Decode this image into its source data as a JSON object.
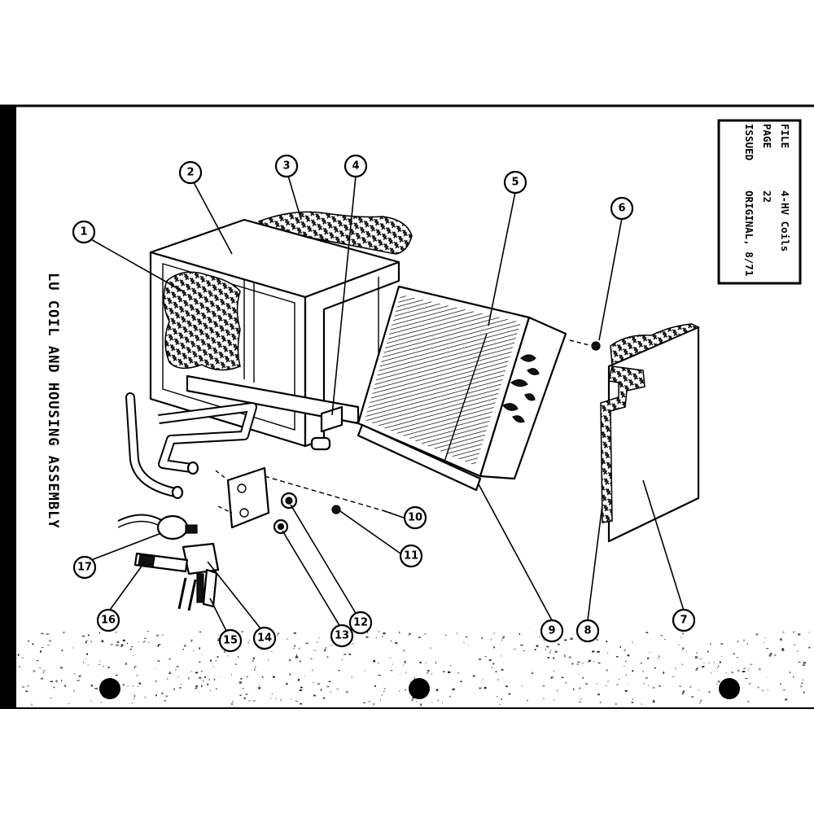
{
  "title": "LU COIL AND HOUSING ASSEMBLY",
  "info_box": {
    "rows": [
      {
        "label": "FILE",
        "value": "4-HV Coils"
      },
      {
        "label": "PAGE",
        "value": "22"
      },
      {
        "label": "ISSUED",
        "value": "ORIGINAL, 8/71"
      }
    ]
  },
  "callouts": [
    {
      "id": "c1",
      "label": "1"
    },
    {
      "id": "c2",
      "label": "2"
    },
    {
      "id": "c3",
      "label": "3"
    },
    {
      "id": "c4",
      "label": "4"
    },
    {
      "id": "c5",
      "label": "5"
    },
    {
      "id": "c6",
      "label": "6"
    },
    {
      "id": "c7",
      "label": "7"
    },
    {
      "id": "c8",
      "label": "8"
    },
    {
      "id": "c9",
      "label": "9"
    },
    {
      "id": "c10",
      "label": "10"
    },
    {
      "id": "c11",
      "label": "11"
    },
    {
      "id": "c12",
      "label": "12"
    },
    {
      "id": "c13",
      "label": "13"
    },
    {
      "id": "c14",
      "label": "14"
    },
    {
      "id": "c15",
      "label": "15"
    },
    {
      "id": "c16",
      "label": "16"
    },
    {
      "id": "c17",
      "label": "17"
    }
  ]
}
